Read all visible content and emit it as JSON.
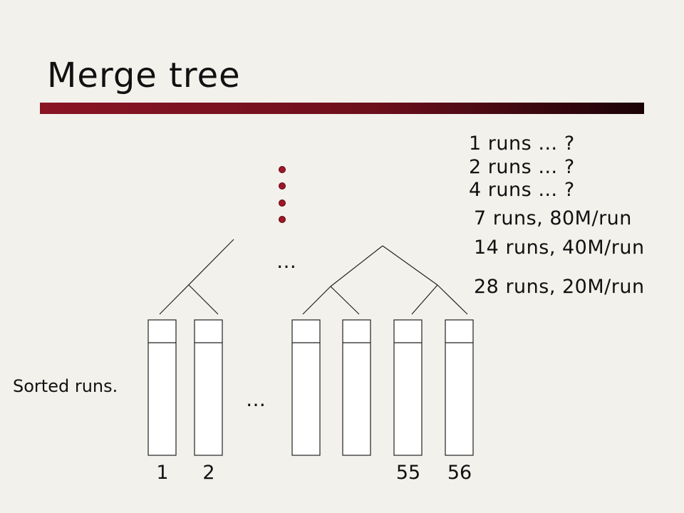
{
  "title": "Merge tree",
  "levels": [
    {
      "label": "1 runs … ?"
    },
    {
      "label": "2 runs … ?"
    },
    {
      "label": "4 runs … ?"
    },
    {
      "label": "7 runs, 80M/run"
    },
    {
      "label": "14 runs, 40M/run"
    },
    {
      "label": "28 runs, 20M/run"
    }
  ],
  "sorted_runs_label": "Sorted runs.",
  "ellipsis": "…",
  "run_numbers": [
    "1",
    "2",
    "55",
    "56"
  ],
  "colors": {
    "accent": "#8a1524",
    "bullet": "#a01628",
    "background": "#f3f1ec"
  }
}
